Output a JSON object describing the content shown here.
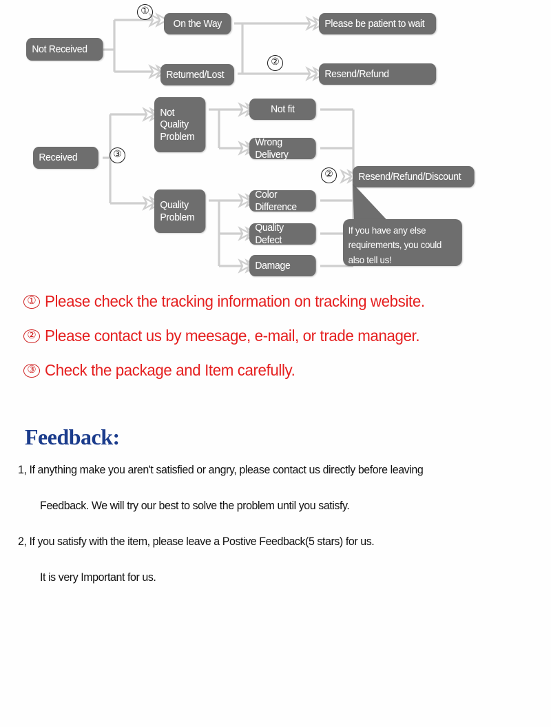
{
  "flowchart": {
    "nodes": [
      {
        "id": "not-received",
        "label": "Not Received"
      },
      {
        "id": "on-the-way",
        "label": "On the Way"
      },
      {
        "id": "returned-lost",
        "label": "Returned/Lost"
      },
      {
        "id": "please-wait",
        "label": "Please be patient to wait"
      },
      {
        "id": "resend-refund",
        "label": "Resend/Refund"
      },
      {
        "id": "received",
        "label": "Received"
      },
      {
        "id": "not-quality",
        "label": "Not\nQuality\nProblem"
      },
      {
        "id": "quality-problem",
        "label": "Quality\nProblem"
      },
      {
        "id": "not-fit",
        "label": "Not fit"
      },
      {
        "id": "wrong-delivery",
        "label": "Wrong Delivery"
      },
      {
        "id": "color-difference",
        "label": "Color Difference"
      },
      {
        "id": "quality-defect",
        "label": "Quality Defect"
      },
      {
        "id": "damage",
        "label": "Damage"
      },
      {
        "id": "resend-refund-discount",
        "label": "Resend/Refund/Discount"
      }
    ],
    "markers": [
      {
        "id": "marker-1-top",
        "label": "①"
      },
      {
        "id": "marker-2-top",
        "label": "②"
      },
      {
        "id": "marker-3-mid",
        "label": "③"
      },
      {
        "id": "marker-2-mid",
        "label": "②"
      }
    ],
    "callout": {
      "line1": "If you have any else",
      "line2": "requirements, you could",
      "line3": "also tell us!"
    },
    "colors": {
      "node_fill": "#6e6e6e",
      "node_text": "#ffffff",
      "connector": "#cfcfcf"
    }
  },
  "notes": [
    {
      "num": "①",
      "text": "Please check the tracking information on tracking website."
    },
    {
      "num": "②",
      "text": "Please contact us by meesage, e-mail, or trade manager."
    },
    {
      "num": "③",
      "text": "Check the package and Item carefully."
    }
  ],
  "notes_color": "#e51f1f",
  "feedback": {
    "title": "Feedback:",
    "title_color": "#1b3c8c",
    "lines": [
      "1, If anything make you aren't satisfied or angry, please contact us directly before leaving",
      "Feedback. We will try our best to solve the problem until you satisfy.",
      "2, If you satisfy with the item, please leave a Postive Feedback(5 stars) for us.",
      "It is very Important for us."
    ]
  }
}
